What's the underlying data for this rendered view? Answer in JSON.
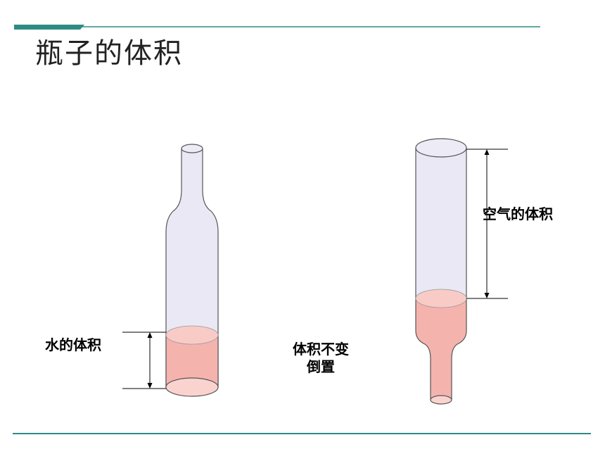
{
  "title": "瓶子的体积",
  "labels": {
    "water_volume": "水的体积",
    "air_volume": "空气的体积",
    "volume_unchanged": "体积不变",
    "inverted": "倒置"
  },
  "colors": {
    "accent": "#2e8b84",
    "glass_fill": "#e8e8f4",
    "glass_stroke": "#555555",
    "water_fill": "#f5b3ae",
    "water_top": "#f9cbc6"
  },
  "water_fraction": 0.25
}
